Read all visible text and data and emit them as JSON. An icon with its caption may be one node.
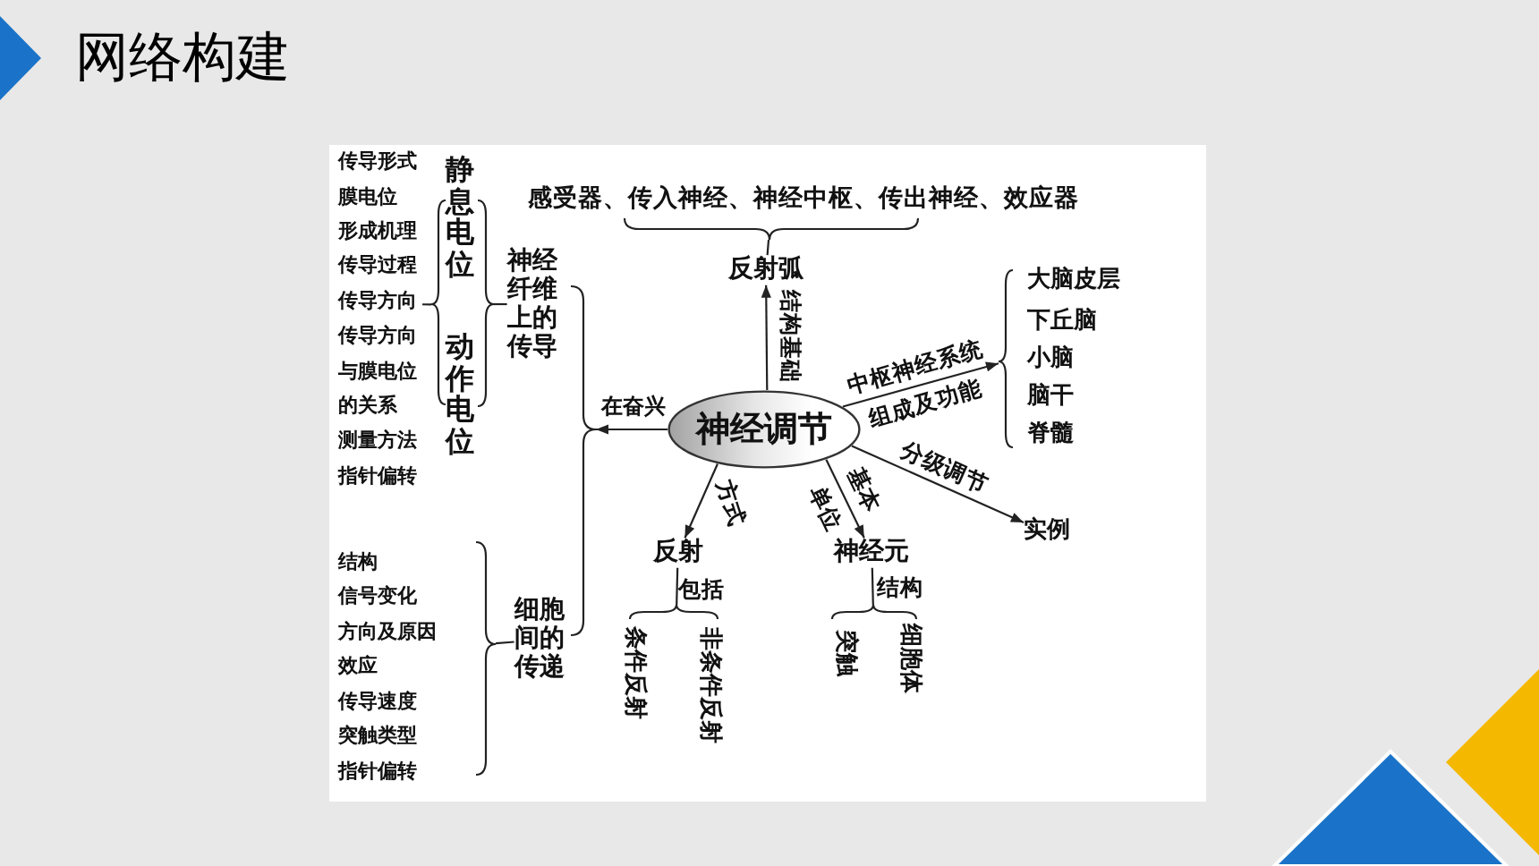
{
  "diagram": {
    "title": "网络构建",
    "nodes": [
      {
        "text": [
          "神经调节"
        ]
      },
      {
        "text": [
          "反射弧"
        ]
      },
      {
        "text": [
          "感受器、传入神经、神经中枢、传出神经、效应器"
        ]
      },
      {
        "text": [
          "大脑皮层",
          "下丘脑",
          "小脑",
          "脑干",
          "脊髓"
        ]
      },
      {
        "text": [
          "实例"
        ]
      },
      {
        "text": [
          "神经元"
        ]
      },
      {
        "text": [
          "突触",
          "细胞体"
        ]
      },
      {
        "text": [
          "反射"
        ]
      },
      {
        "text": [
          "条件反射",
          "非条件反射"
        ]
      },
      {
        "text": [],
        "shape": "brace"
      },
      {
        "text": [
          "神经纤维上的传导"
        ],
        "in": 9
      },
      {
        "text": [
          "细胞间的传递"
        ],
        "in": 9
      },
      {
        "text": [],
        "shape": "brace"
      },
      {
        "text": [
          "静息电位"
        ],
        "in": 12
      },
      {
        "text": [
          "动作电位"
        ],
        "in": 12
      },
      {
        "text": [
          "传导形式",
          "膜电位",
          "形成机理",
          "传导过程",
          "传导方向",
          "传导方向与膜电位的关系",
          "测量方法",
          "指针偏转"
        ]
      },
      {
        "text": [
          "结构",
          "信号变化",
          "方向及原因",
          "效应",
          "传导速度",
          "突触类型",
          "指针偏转"
        ]
      }
    ],
    "edges": [
      {
        "from": 0,
        "to": 1,
        "arrow": "to",
        "label": "结构基础"
      },
      {
        "from": 1,
        "to": 2,
        "arrow": "none"
      },
      {
        "from": 0,
        "to": 3,
        "arrow": "to",
        "label": "中枢神经系统组成及功能"
      },
      {
        "from": 0,
        "to": 4,
        "arrow": "to",
        "label": "分级调节"
      },
      {
        "from": 0,
        "to": 5,
        "arrow": "to",
        "label": "基本单位"
      },
      {
        "from": 5,
        "to": 6,
        "arrow": "none",
        "label": "结构"
      },
      {
        "from": 0,
        "to": 7,
        "arrow": "to",
        "label": "方式"
      },
      {
        "from": 7,
        "to": 8,
        "arrow": "none",
        "label": "包括"
      },
      {
        "from": 0,
        "to": 9,
        "arrow": "to",
        "label": "在奋兴"
      },
      {
        "from": 10,
        "to": 12,
        "arrow": "none"
      },
      {
        "from": 12,
        "to": 15,
        "arrow": "none"
      },
      {
        "from": 11,
        "to": 16,
        "arrow": "none"
      }
    ]
  }
}
